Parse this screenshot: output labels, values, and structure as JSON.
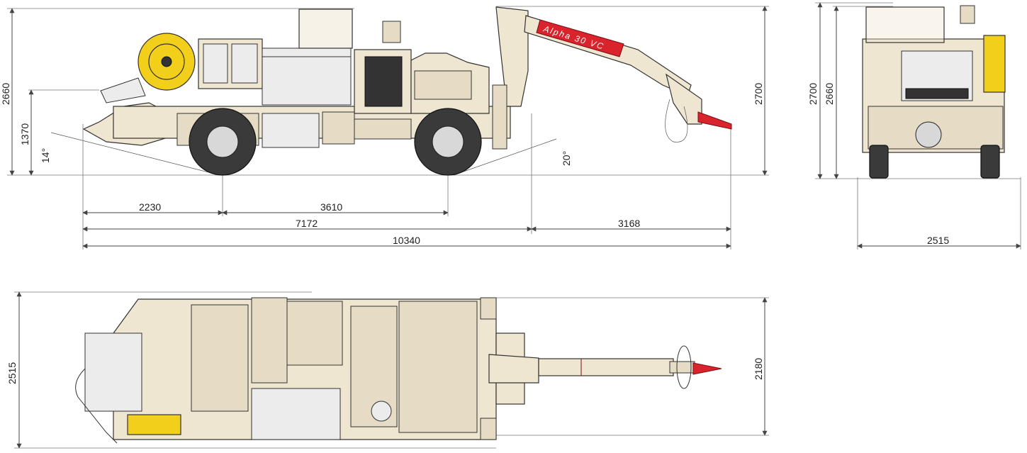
{
  "side_view": {
    "boom_label": "Alpha 30 VC",
    "dims": {
      "overall_height": "2700",
      "body_height": "2660",
      "front_height": "1370",
      "front_angle": "14°",
      "rear_angle": "20°",
      "front_overhang": "2230",
      "wheelbase": "3610",
      "machine_length": "7172",
      "boom_reach": "3168",
      "total_length": "10340"
    }
  },
  "rear_view": {
    "dims": {
      "height": "2700",
      "body_height": "2660",
      "width": "2515"
    }
  },
  "top_view": {
    "dims": {
      "width": "2515",
      "boom_width": "2180"
    }
  },
  "colors": {
    "body": "#efe6d2",
    "reel": "#f2cf1b",
    "nozzle": "#d9232d"
  }
}
